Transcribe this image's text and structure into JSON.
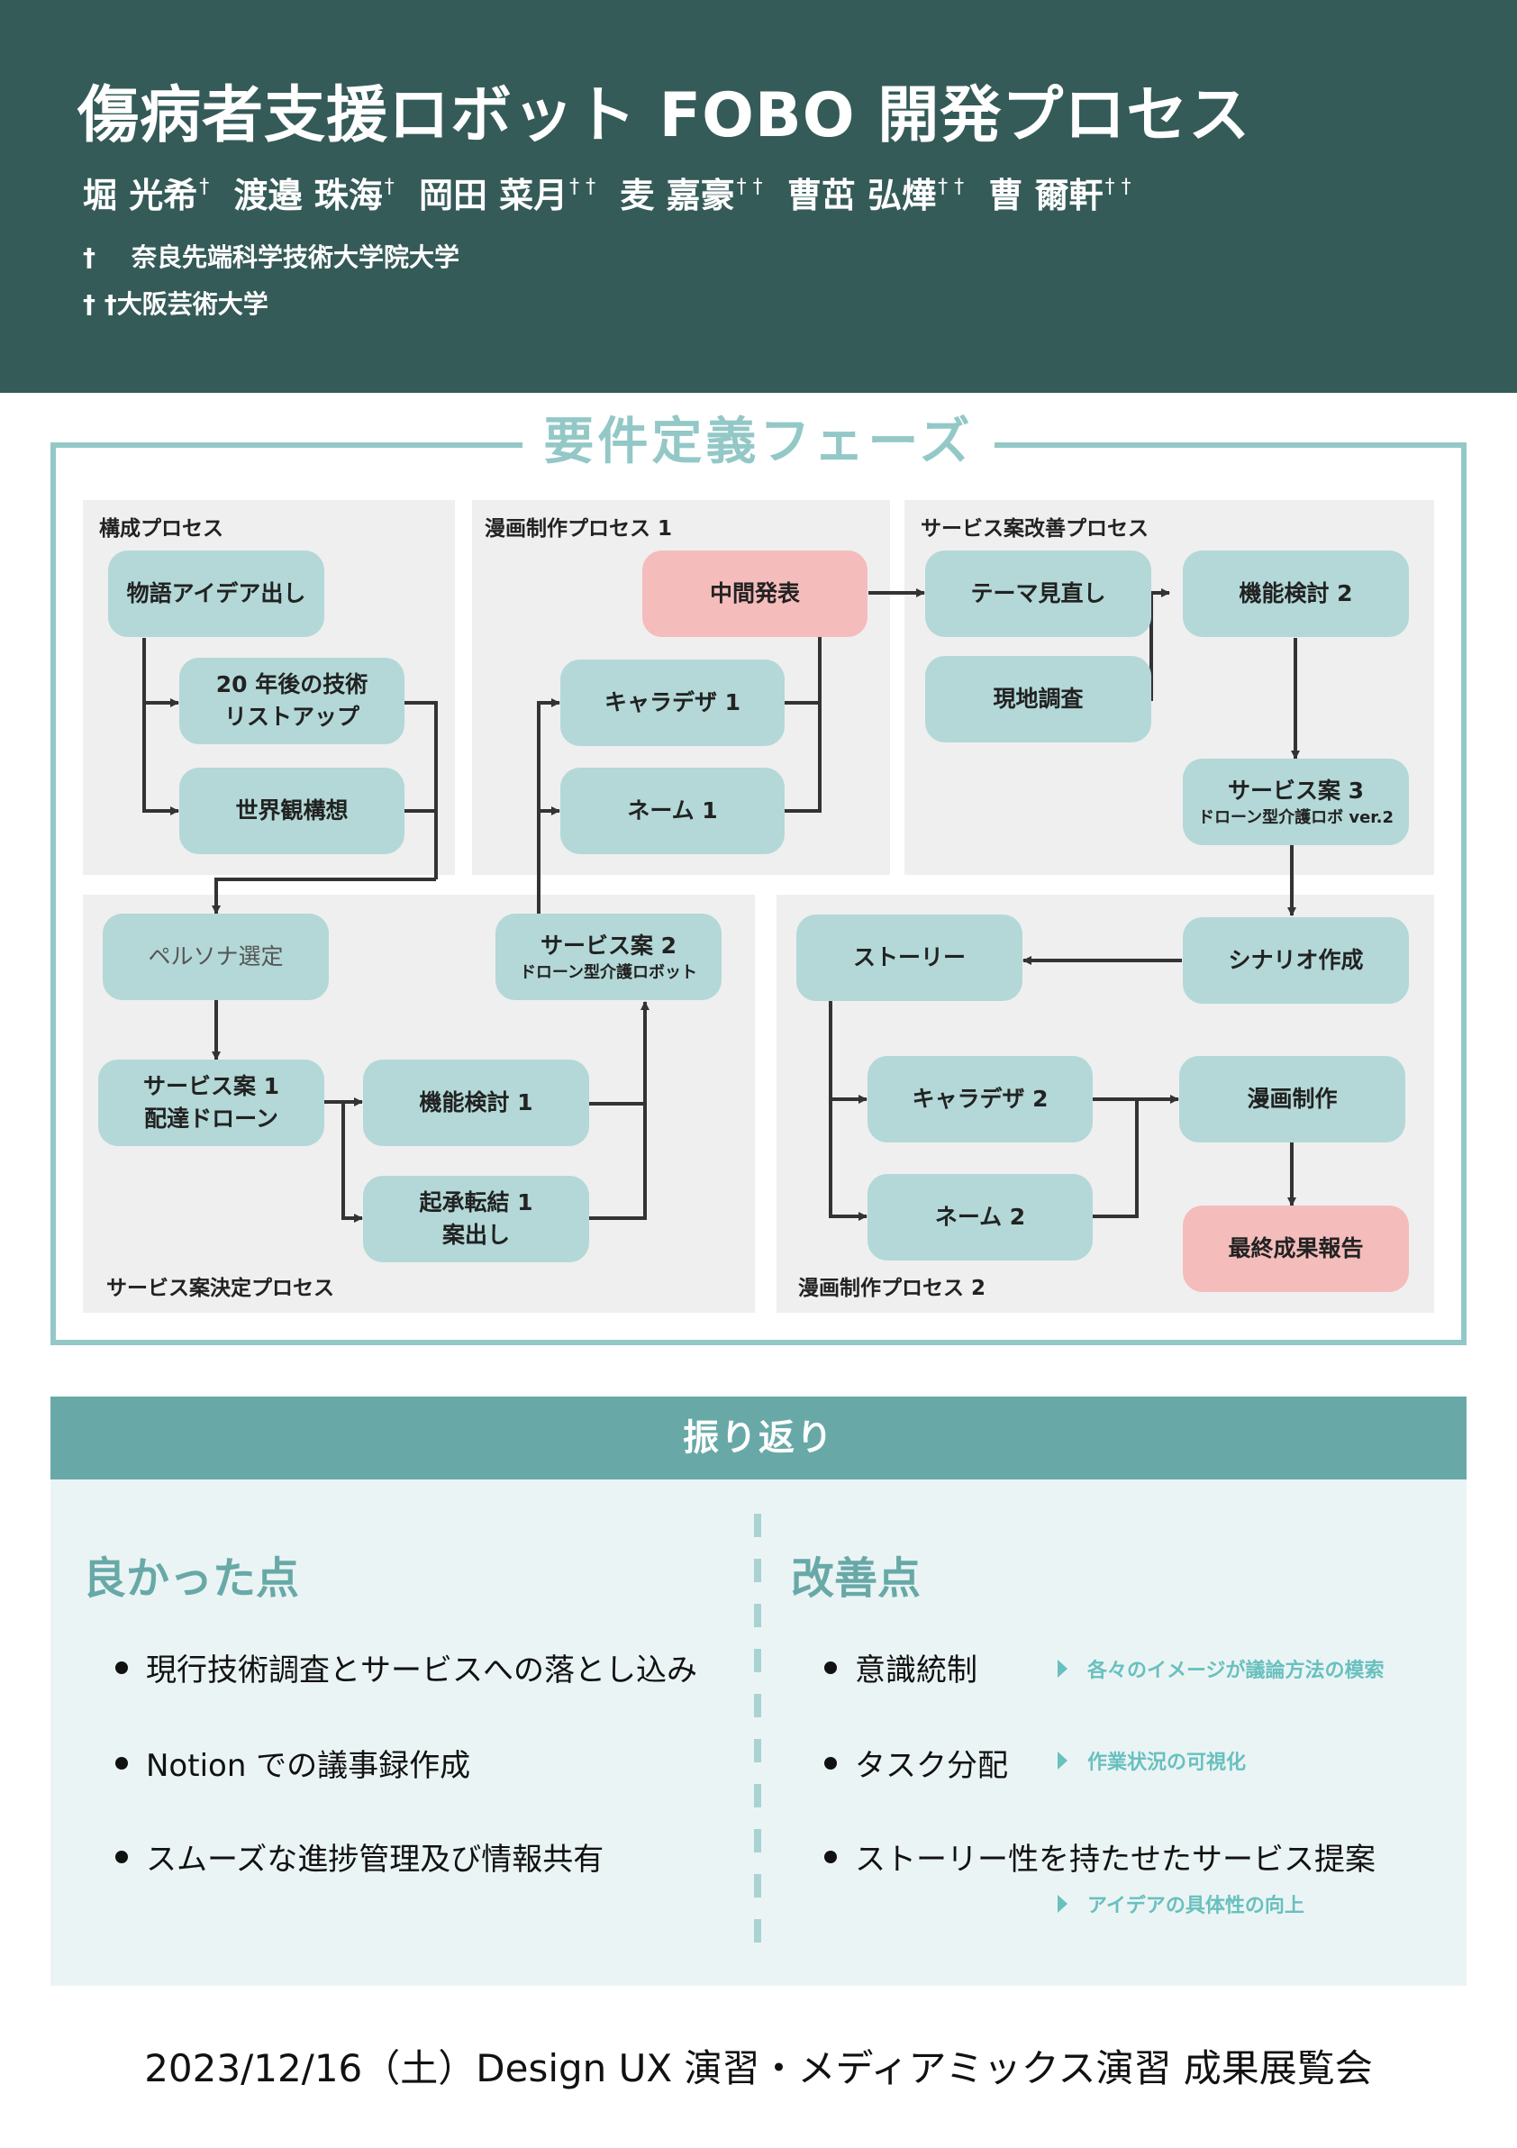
{
  "header": {
    "title": "傷病者支援ロボット FOBO 開発プロセス",
    "authors": [
      {
        "name": "堀 光希",
        "mark": "†"
      },
      {
        "name": "渡邉 珠海",
        "mark": "†"
      },
      {
        "name": "岡田 菜月",
        "mark": "† †"
      },
      {
        "name": "麦 嘉豪",
        "mark": "† †"
      },
      {
        "name": "曹茁 弘燁",
        "mark": "† †"
      },
      {
        "name": "曹 爾軒",
        "mark": "† †"
      }
    ],
    "affiliations": [
      {
        "mark": "†",
        "name": "奈良先端科学技術大学院大学"
      },
      {
        "mark": "† †",
        "name": "大阪芸術大学"
      }
    ]
  },
  "phase": {
    "title": "要件定義フェーズ",
    "panels": {
      "composition": "構成プロセス",
      "manga1": "漫画制作プロセス 1",
      "service_improve": "サービス案改善プロセス",
      "service_decide": "サービス案決定プロセス",
      "manga2": "漫画制作プロセス 2"
    },
    "nodes": {
      "story_ideas": "物語アイデア出し",
      "tech_list_1": "20 年後の技術",
      "tech_list_2": "リストアップ",
      "worldview": "世界観構想",
      "midterm": "中間発表",
      "chara1": "キャラデザ 1",
      "name1": "ネーム 1",
      "theme_review": "テーマ見直し",
      "field_survey": "現地調査",
      "feature2": "機能検討 2",
      "service3_title": "サービス案 3",
      "service3_sub": "ドローン型介護ロボ ver.2",
      "persona": "ペルソナ選定",
      "service2_title": "サービス案 2",
      "service2_sub": "ドローン型介護ロボット",
      "service1_line1": "サービス案 1",
      "service1_line2": "配達ドローン",
      "feature1": "機能検討 1",
      "kishou_line1": "起承転結 1",
      "kishou_line2": "案出し",
      "story": "ストーリー",
      "scenario": "シナリオ作成",
      "chara2": "キャラデザ 2",
      "manga_making": "漫画制作",
      "name2": "ネーム 2",
      "final_report": "最終成果報告"
    }
  },
  "reflection": {
    "title": "振り返り",
    "good": {
      "heading": "良かった点",
      "items": [
        "現行技術調査とサービスへの落とし込み",
        "Notion での議事録作成",
        "スムーズな進捗管理及び情報共有"
      ]
    },
    "improve": {
      "heading": "改善点",
      "items": [
        {
          "label": "意識統制",
          "note": "各々のイメージが議論方法の模索"
        },
        {
          "label": "タスク分配",
          "note": "作業状況の可視化"
        },
        {
          "label": "ストーリー性を持たせたサービス提案",
          "note": "アイデアの具体性の向上"
        }
      ]
    }
  },
  "footer": "2023/12/16（土）Design UX 演習・メディアミックス演習 成果展覧会",
  "colors": {
    "header_bg": "#355b58",
    "node": "#b3d8d7",
    "node_highlight": "#f4bcbb",
    "frame": "#93c8c7",
    "accent": "#68a9a8",
    "panel_bg": "#efefef"
  }
}
